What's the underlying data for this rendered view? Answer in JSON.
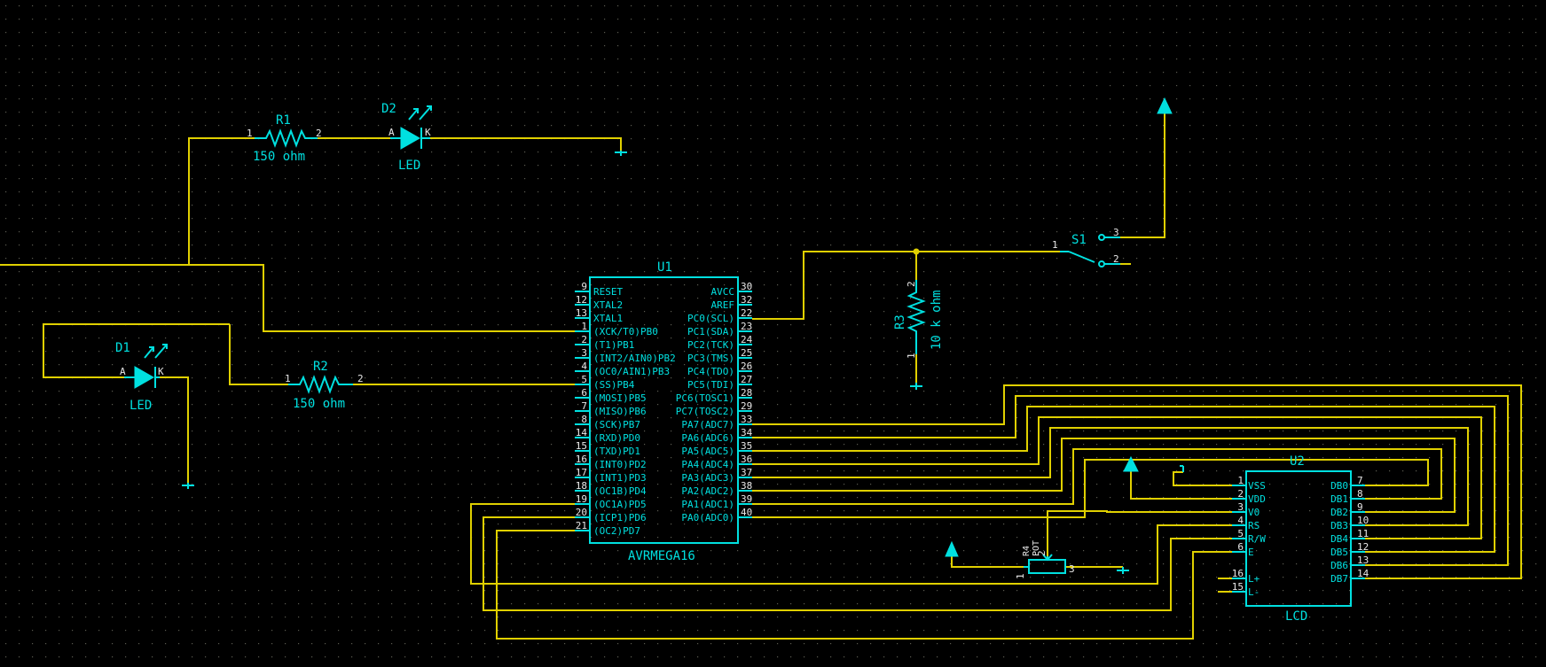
{
  "colors": {
    "background": "#000000",
    "wire": "#e0d000",
    "part": "#00e0e0",
    "pin_number": "#e8e8e8"
  },
  "parts": {
    "r1": {
      "ref": "R1",
      "value": "150 ohm",
      "pin_a": "1",
      "pin_b": "2"
    },
    "r2": {
      "ref": "R2",
      "value": "150 ohm",
      "pin_a": "1",
      "pin_b": "2"
    },
    "r3": {
      "ref": "R3",
      "value": "10 k ohm",
      "pin_a": "1",
      "pin_b": "2"
    },
    "r4": {
      "ref": "R4",
      "value": "POT",
      "pin_a": "1",
      "pin_wiper": "2",
      "pin_b": "3"
    },
    "d1": {
      "ref": "D1",
      "value": "LED",
      "anode": "A",
      "cathode": "K"
    },
    "d2": {
      "ref": "D2",
      "value": "LED",
      "anode": "A",
      "cathode": "K"
    },
    "s1": {
      "ref": "S1",
      "pin1": "1",
      "pin2": "2",
      "pin3": "3"
    },
    "u1": {
      "ref": "U1",
      "value": "AVRMEGA16",
      "left_pins": [
        {
          "num": "9",
          "name": "RESET"
        },
        {
          "num": "12",
          "name": "XTAL2"
        },
        {
          "num": "13",
          "name": "XTAL1"
        },
        {
          "num": "1",
          "name": "(XCK/T0)PB0"
        },
        {
          "num": "2",
          "name": "(T1)PB1"
        },
        {
          "num": "3",
          "name": "(INT2/AIN0)PB2"
        },
        {
          "num": "4",
          "name": "(OC0/AIN1)PB3"
        },
        {
          "num": "5",
          "name": "(SS)PB4"
        },
        {
          "num": "6",
          "name": "(MOSI)PB5"
        },
        {
          "num": "7",
          "name": "(MISO)PB6"
        },
        {
          "num": "8",
          "name": "(SCK)PB7"
        },
        {
          "num": "14",
          "name": "(RXD)PD0"
        },
        {
          "num": "15",
          "name": "(TXD)PD1"
        },
        {
          "num": "16",
          "name": "(INT0)PD2"
        },
        {
          "num": "17",
          "name": "(INT1)PD3"
        },
        {
          "num": "18",
          "name": "(OC1B)PD4"
        },
        {
          "num": "19",
          "name": "(OC1A)PD5"
        },
        {
          "num": "20",
          "name": "(ICP1)PD6"
        },
        {
          "num": "21",
          "name": "(OC2)PD7"
        }
      ],
      "right_pins": [
        {
          "num": "30",
          "name": "AVCC"
        },
        {
          "num": "32",
          "name": "AREF"
        },
        {
          "num": "22",
          "name": "PC0(SCL)"
        },
        {
          "num": "23",
          "name": "PC1(SDA)"
        },
        {
          "num": "24",
          "name": "PC2(TCK)"
        },
        {
          "num": "25",
          "name": "PC3(TMS)"
        },
        {
          "num": "26",
          "name": "PC4(TDO)"
        },
        {
          "num": "27",
          "name": "PC5(TDI)"
        },
        {
          "num": "28",
          "name": "PC6(TOSC1)"
        },
        {
          "num": "29",
          "name": "PC7(TOSC2)"
        },
        {
          "num": "33",
          "name": "PA7(ADC7)"
        },
        {
          "num": "34",
          "name": "PA6(ADC6)"
        },
        {
          "num": "35",
          "name": "PA5(ADC5)"
        },
        {
          "num": "36",
          "name": "PA4(ADC4)"
        },
        {
          "num": "37",
          "name": "PA3(ADC3)"
        },
        {
          "num": "38",
          "name": "PA2(ADC2)"
        },
        {
          "num": "39",
          "name": "PA1(ADC1)"
        },
        {
          "num": "40",
          "name": "PA0(ADC0)"
        }
      ]
    },
    "u2": {
      "ref": "U2",
      "value": "LCD",
      "left_pins": [
        {
          "num": "1",
          "name": "VSS"
        },
        {
          "num": "2",
          "name": "VDD"
        },
        {
          "num": "3",
          "name": "V0"
        },
        {
          "num": "4",
          "name": "RS"
        },
        {
          "num": "5",
          "name": "R/W"
        },
        {
          "num": "6",
          "name": "E"
        },
        {
          "num": "16",
          "name": "L+"
        },
        {
          "num": "15",
          "name": "L-"
        }
      ],
      "right_pins": [
        {
          "num": "7",
          "name": "DB0"
        },
        {
          "num": "8",
          "name": "DB1"
        },
        {
          "num": "9",
          "name": "DB2"
        },
        {
          "num": "10",
          "name": "DB3"
        },
        {
          "num": "11",
          "name": "DB4"
        },
        {
          "num": "12",
          "name": "DB5"
        },
        {
          "num": "13",
          "name": "DB6"
        },
        {
          "num": "14",
          "name": "DB7"
        }
      ]
    }
  }
}
